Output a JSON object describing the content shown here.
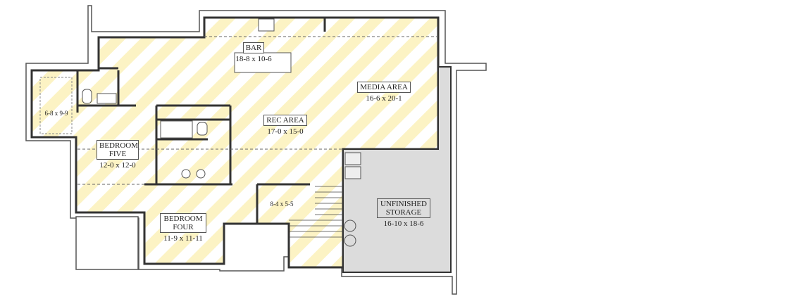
{
  "plan": {
    "colors": {
      "finished_stripe": "#fcf3c4",
      "unfinished": "#dcdcdc",
      "wall": "#444444"
    },
    "rooms": [
      {
        "name": "BAR",
        "size": "18-8 x 10-6"
      },
      {
        "name": "MEDIA AREA",
        "size": "16-6 x 20-1"
      },
      {
        "name": "REC AREA",
        "size": "17-0 x 15-0"
      },
      {
        "name": "BEDROOM FIVE",
        "size": "12-0 x 12-0"
      },
      {
        "name": "BEDROOM FOUR",
        "size": "11-9 x 11-11"
      },
      {
        "name": "UNFINISHED STORAGE",
        "size": "16-10 x 18-6"
      },
      {
        "name": "",
        "size": "6-8 x 9-9"
      },
      {
        "name": "",
        "size": "8-4 x 5-5"
      }
    ]
  }
}
